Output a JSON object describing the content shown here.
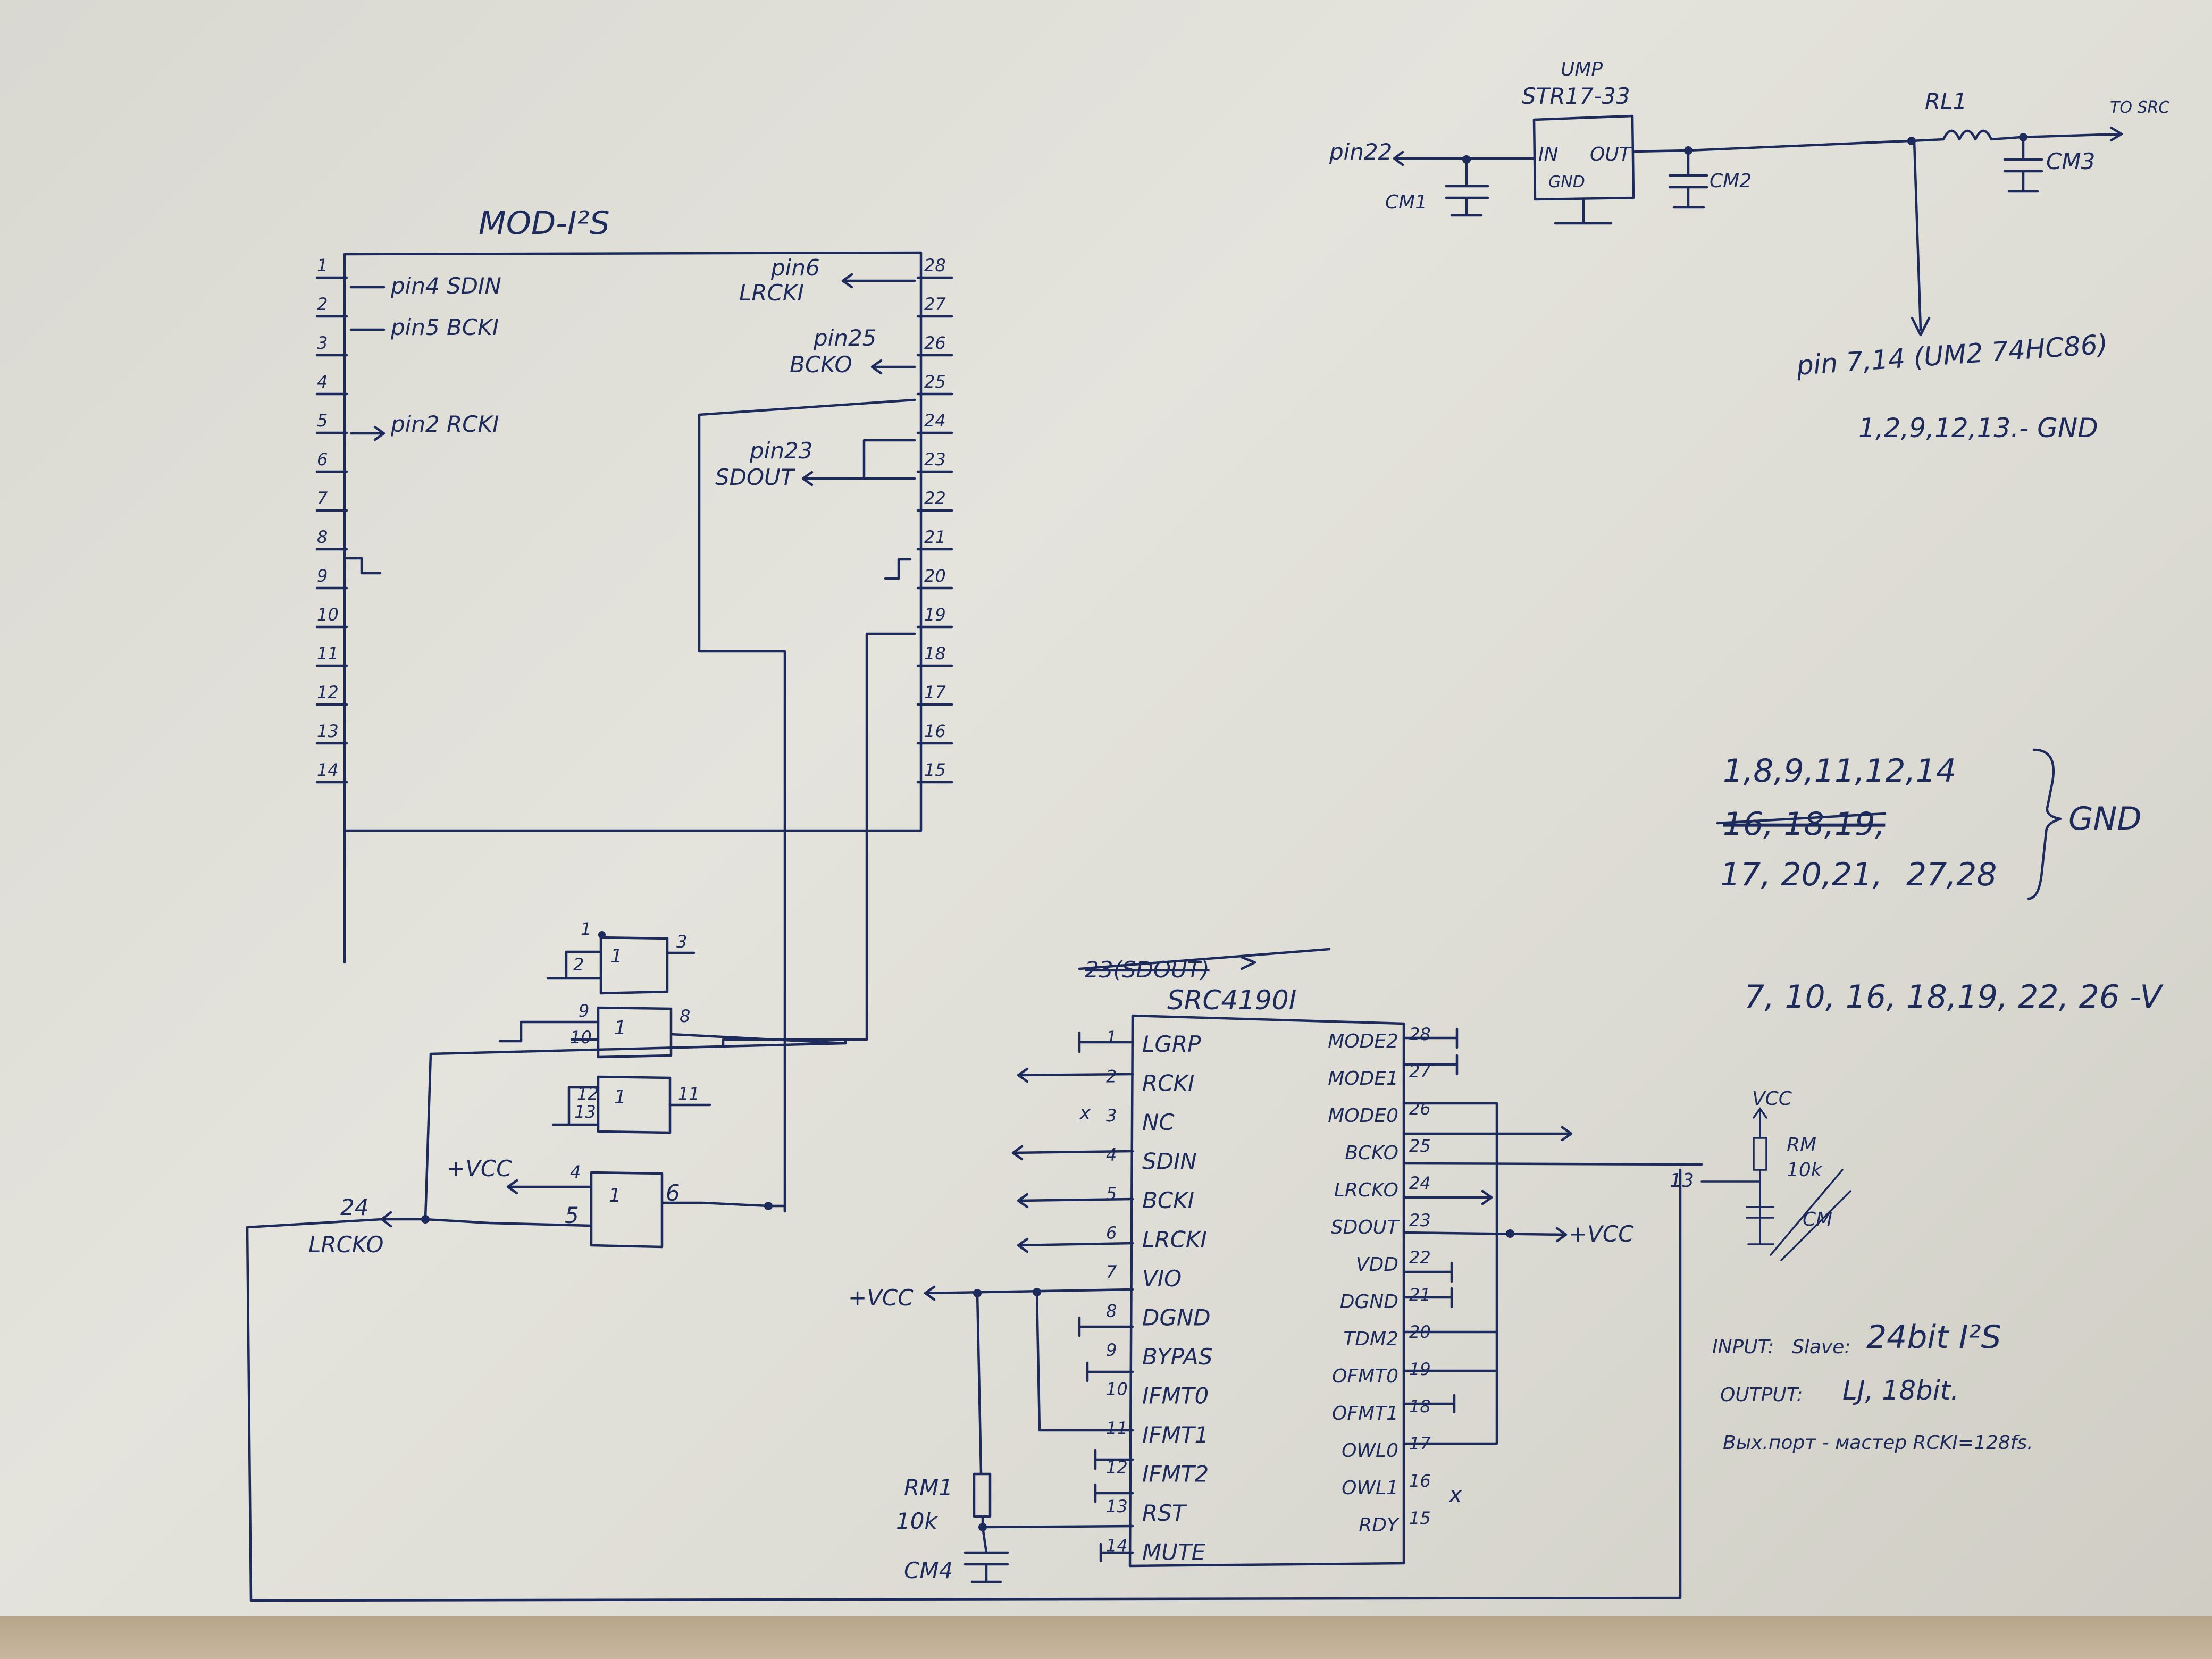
{
  "mod_i2s": {
    "title": "MOD-I²S",
    "left_pins": [
      "1",
      "2",
      "3",
      "4",
      "5",
      "6",
      "7",
      "8",
      "9",
      "10",
      "11",
      "12",
      "13",
      "14"
    ],
    "right_pins": [
      "28",
      "27",
      "26",
      "25",
      "24",
      "23",
      "22",
      "21",
      "20",
      "19",
      "18",
      "17",
      "16",
      "15"
    ],
    "left_labels": {
      "pin1": "pin4 SDIN",
      "pin2": "pin5 BCKI",
      "pin5": "pin2 RCKI"
    },
    "right_labels": {
      "pin28_a": "pin6",
      "pin28_b": "LRCKI",
      "pin26_a": "pin25",
      "pin26_b": "BCKO",
      "pin23_a": "pin23",
      "pin23_b": "SDOUT"
    }
  },
  "regulator": {
    "title_a": "UMP",
    "title_b": "STR17-33",
    "in_label": "IN",
    "out_label": "OUT",
    "gnd_label": "GND",
    "pin22": "pin22",
    "cm1": "CM1",
    "cm2": "CM2",
    "cm3": "CM3",
    "rl1": "RL1",
    "to_src": "TO SRC",
    "pin_ref": "pin 7,14 (UM2 74HC86)",
    "gnd_ref": "1,2,9,12,13.- GND"
  },
  "gnd_list": {
    "line1": "1,8,9,11,12,14",
    "line2": "16, 18,19,",
    "line3_a": "17, 20,21, ",
    "line3_b": "27",
    "line3_c": ",28",
    "label": "GND"
  },
  "vcc_list": "7, 10, 16, 18,19, 22, 26 -V",
  "logic": {
    "g1_in_a": "1",
    "g1_in_b": "2",
    "g1_out": "3",
    "g2_in_a": "9",
    "g2_in_b": "10",
    "g2_out": "8",
    "g3_in_a": "12",
    "g3_in_b": "13",
    "g3_out": "11",
    "g4_in_a": "4",
    "g4_in_b": "5",
    "g4_out": "6",
    "gate_symbol": "1",
    "vcc_label": "+VCC",
    "lrcko_a": "24",
    "lrcko_b": "LRCKO"
  },
  "src": {
    "title": "SRC4190I",
    "strike_note": "23(SDOUT)",
    "left_pins": [
      {
        "n": "1",
        "name": "LGRP"
      },
      {
        "n": "2",
        "name": "RCKI"
      },
      {
        "n": "3",
        "name": "NC"
      },
      {
        "n": "4",
        "name": "SDIN"
      },
      {
        "n": "5",
        "name": "BCKI"
      },
      {
        "n": "6",
        "name": "LRCKI"
      },
      {
        "n": "7",
        "name": "VIO"
      },
      {
        "n": "8",
        "name": "DGND"
      },
      {
        "n": "9",
        "name": "BYPAS"
      },
      {
        "n": "10",
        "name": "IFMT0"
      },
      {
        "n": "11",
        "name": "IFMT1"
      },
      {
        "n": "12",
        "name": "IFMT2"
      },
      {
        "n": "13",
        "name": "RST"
      },
      {
        "n": "14",
        "name": "MUTE"
      }
    ],
    "right_pins": [
      {
        "n": "28",
        "name": "MODE2"
      },
      {
        "n": "27",
        "name": "MODE1"
      },
      {
        "n": "26",
        "name": "MODE0"
      },
      {
        "n": "25",
        "name": "BCKO"
      },
      {
        "n": "24",
        "name": "LRCKO"
      },
      {
        "n": "23",
        "name": "SDOUT"
      },
      {
        "n": "22",
        "name": "VDD"
      },
      {
        "n": "21",
        "name": "DGND"
      },
      {
        "n": "20",
        "name": "TDM2"
      },
      {
        "n": "19",
        "name": "OFMT0"
      },
      {
        "n": "18",
        "name": "OFMT1"
      },
      {
        "n": "17",
        "name": "OWL0"
      },
      {
        "n": "16",
        "name": "OWL1"
      },
      {
        "n": "15",
        "name": "RDY"
      }
    ],
    "vcc_left": "+VCC",
    "vcc_right": "+VCC",
    "nc_mark": "x",
    "rdy_mark": "x",
    "rm1_a": "RM1",
    "rm1_b": "10k",
    "cm4": "CM4"
  },
  "side_circuit": {
    "vcc": "VCC",
    "rm": "RM",
    "rm_val": "10k",
    "cm": "CM",
    "pin": "13"
  },
  "notes": {
    "input_a": "INPUT: ",
    "input_b": "Slave: ",
    "input_c": "24bit I²S",
    "output_a": "OUTPUT: ",
    "output_b": "LJ, 18bit.",
    "port": "Вых.порт - мастер RCKI=128fs."
  }
}
